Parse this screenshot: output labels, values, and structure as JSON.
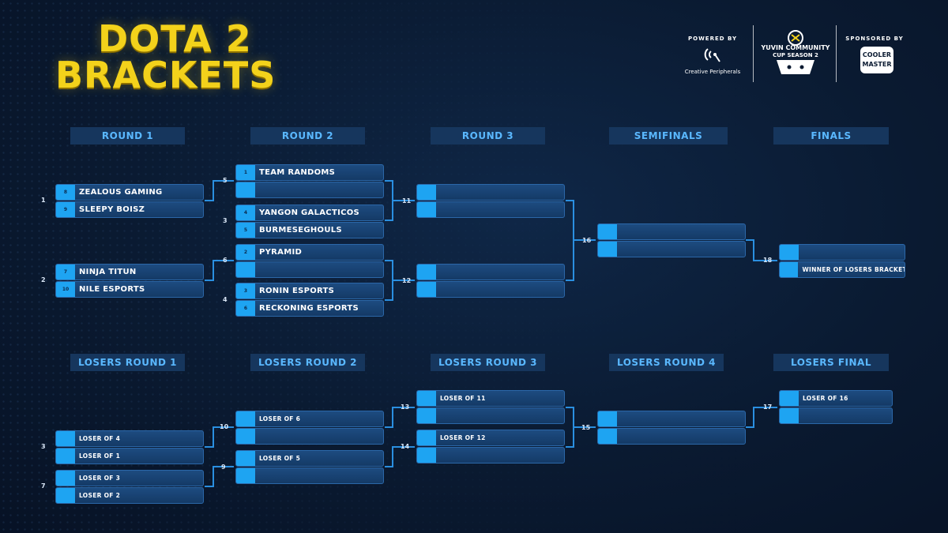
{
  "title": {
    "line1": "DOTA 2",
    "line2": "BRACKETS"
  },
  "sponsors": {
    "powered_by": "POWERED BY",
    "powered_name": "Creative Peripherals",
    "community_line1": "YUVIN COMMUNITY",
    "community_line2": "CUP SEASON 2",
    "sponsored_by": "SPONSORED BY",
    "sponsor_line1": "COOLER",
    "sponsor_line2": "MASTER"
  },
  "headers": {
    "round1": "ROUND 1",
    "round2": "ROUND 2",
    "round3": "ROUND 3",
    "semis": "SEMIFINALS",
    "finals": "FINALS",
    "lr1": "LOSERS ROUND 1",
    "lr2": "LOSERS ROUND 2",
    "lr3": "LOSERS ROUND 3",
    "lr4": "LOSERS ROUND 4",
    "lfinal": "LOSERS FINAL"
  },
  "matches": {
    "m1": {
      "num": "1",
      "top": {
        "seed": "8",
        "team": "ZEALOUS GAMING"
      },
      "bottom": {
        "seed": "9",
        "team": "SLEEPY BOISZ"
      }
    },
    "m2": {
      "num": "2",
      "top": {
        "seed": "7",
        "team": "NINJA TITUN"
      },
      "bottom": {
        "seed": "10",
        "team": "NILE ESPORTS"
      }
    },
    "m5": {
      "num": "5",
      "top": {
        "seed": "1",
        "team": "TEAM RANDOMS"
      },
      "bottom": {
        "seed": "",
        "team": ""
      }
    },
    "m3": {
      "num": "3",
      "top": {
        "seed": "4",
        "team": "YANGON GALACTICOS"
      },
      "bottom": {
        "seed": "5",
        "team": "BURMESEGHOULS"
      }
    },
    "m6": {
      "num": "6",
      "top": {
        "seed": "2",
        "team": "PYRAMID"
      },
      "bottom": {
        "seed": "",
        "team": ""
      }
    },
    "m4": {
      "num": "4",
      "top": {
        "seed": "3",
        "team": "RONIN ESPORTS"
      },
      "bottom": {
        "seed": "6",
        "team": "RECKONING ESPORTS"
      }
    },
    "m11": {
      "num": "11"
    },
    "m12": {
      "num": "12"
    },
    "m16": {
      "num": "16"
    },
    "m18": {
      "num": "18",
      "bottom_team": "WINNER OF LOSERS BRACKET"
    },
    "lm3": {
      "num": "3",
      "top": "LOSER OF 4",
      "bottom": "LOSER OF 1"
    },
    "lm7": {
      "num": "7",
      "top": "LOSER OF 3",
      "bottom": "LOSER OF 2"
    },
    "m10": {
      "num": "10",
      "top": "LOSER OF 6"
    },
    "m9": {
      "num": "9",
      "top": "LOSER OF 5"
    },
    "m13": {
      "num": "13",
      "top": "LOSER OF 11"
    },
    "m14": {
      "num": "14",
      "top": "LOSER OF 12"
    },
    "m15": {
      "num": "15"
    },
    "m17": {
      "num": "17",
      "top": "LOSER OF 16"
    }
  }
}
